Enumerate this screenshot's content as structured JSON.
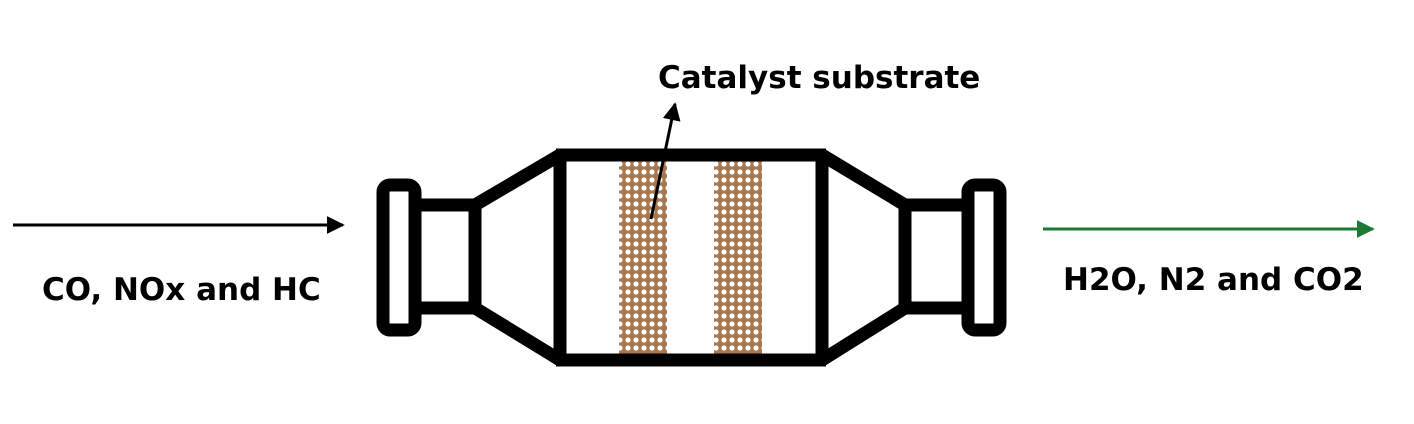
{
  "labels": {
    "input_gases": "CO, NOx and HC",
    "output_gases": "H2O, N2 and CO2",
    "catalyst": "Catalyst substrate"
  },
  "colors": {
    "outline": "#000000",
    "input_arrow": "#000000",
    "output_arrow": "#1a7a34",
    "substrate_fill": "#a87850",
    "substrate_cell": "#ffffff"
  },
  "icons": {
    "converter": "catalytic-converter-icon",
    "substrate": "honeycomb-substrate-icon"
  }
}
